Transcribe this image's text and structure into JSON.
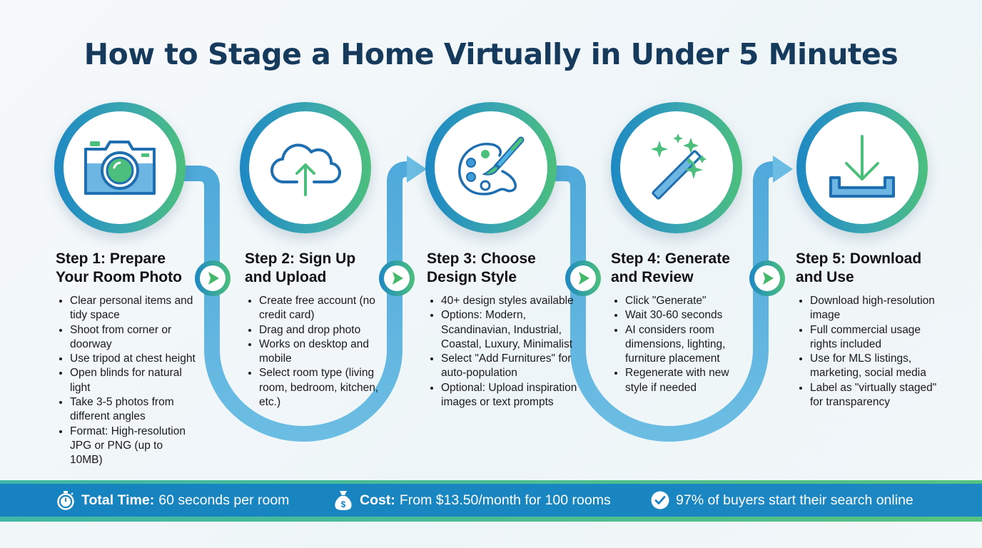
{
  "title": "How to Stage a Home Virtually in Under 5 Minutes",
  "colors": {
    "title": "#163a5c",
    "ring_start": "#1e88c4",
    "ring_end": "#4cbf7c",
    "path": "#5cb3df",
    "banner": "#1683c0",
    "banner_edge": "#55c27f",
    "icon_blue": "#1f6fb0",
    "icon_green": "#4cbf7c"
  },
  "steps": [
    {
      "icon": "camera-icon",
      "title_line1": "Step 1: Prepare",
      "title_line2": "Your Room Photo",
      "bullets": [
        "Clear personal items and tidy space",
        "Shoot from corner or doorway",
        "Use tripod at chest height",
        "Open blinds for natural light",
        "Take 3-5 photos from different angles",
        "Format: High-resolution JPG or PNG (up to 10MB)"
      ]
    },
    {
      "icon": "cloud-upload-icon",
      "title_line1": "Step 2: Sign Up",
      "title_line2": "and Upload",
      "bullets": [
        "Create free account (no credit card)",
        "Drag and drop photo",
        "Works on desktop and mobile",
        "Select room type (living room, bedroom, kitchen, etc.)"
      ]
    },
    {
      "icon": "palette-icon",
      "title_line1": "Step 3: Choose",
      "title_line2": "Design Style",
      "bullets": [
        "40+ design styles available",
        "Options: Modern, Scandinavian, Industrial, Coastal, Luxury, Minimalist",
        "Select \"Add Furnitures\" for auto-population",
        "Optional: Upload inspiration images or text prompts"
      ]
    },
    {
      "icon": "magic-wand-icon",
      "title_line1": "Step 4: Generate",
      "title_line2": "and Review",
      "bullets": [
        "Click \"Generate\"",
        "Wait 30-60 seconds",
        "AI considers room dimensions, lighting, furniture placement",
        "Regenerate with new style if needed"
      ]
    },
    {
      "icon": "download-icon",
      "title_line1": "Step 5: Download",
      "title_line2": "and Use",
      "bullets": [
        "Download high-resolution image",
        "Full commercial usage rights included",
        "Use for MLS listings, marketing, social media",
        "Label as \"virtually staged\" for transparency"
      ]
    }
  ],
  "footer": {
    "time": {
      "icon": "stopwatch-icon",
      "label": "Total Time:",
      "value": "60 seconds per room"
    },
    "cost": {
      "icon": "money-bag-icon",
      "label": "Cost:",
      "value": "From $13.50/month for 100 rooms"
    },
    "stat": {
      "icon": "check-circle-icon",
      "value": "97% of buyers start their search online"
    }
  }
}
